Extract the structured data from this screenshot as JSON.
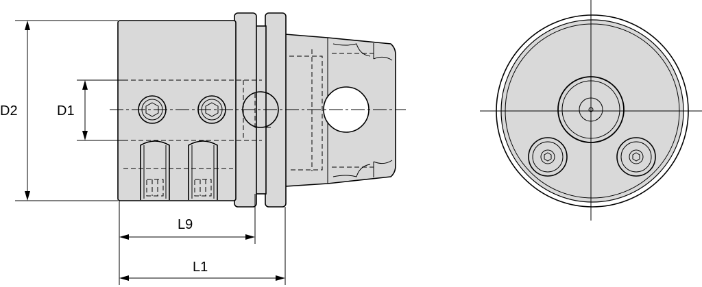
{
  "dimensions": {
    "d2": "D2",
    "d1": "D1",
    "l9": "L9",
    "l1": "L1"
  },
  "colors": {
    "part_fill": "#d9d9d9",
    "line": "#000000",
    "background": "#ffffff"
  }
}
